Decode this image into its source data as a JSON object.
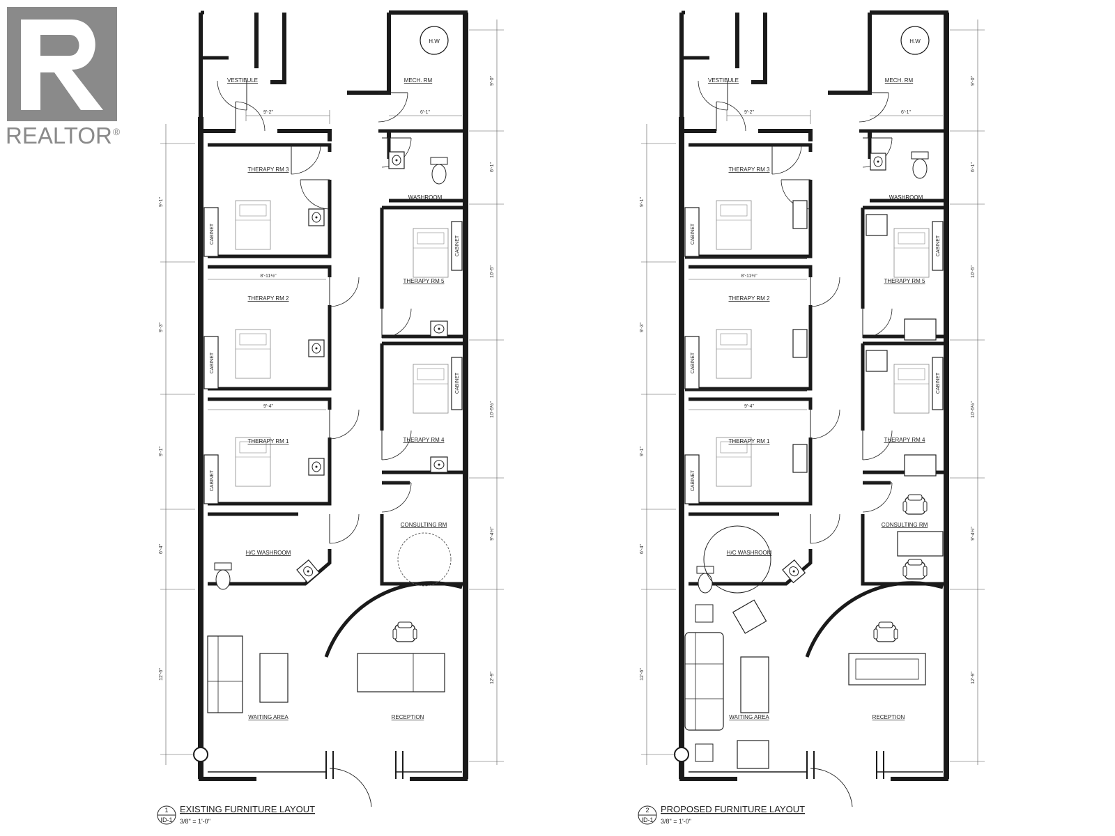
{
  "watermark": {
    "word": "REALTOR",
    "mark": "®",
    "color": "#8a8a8a"
  },
  "common_labels": {
    "vestibule": "VESTIBULE",
    "mech": "MECH. RM",
    "hw": "H.W",
    "washroom": "WASHROOM",
    "therapy3": "THERAPY RM 3",
    "therapy2": "THERAPY RM 2",
    "therapy1": "THERAPY RM 1",
    "therapy5": "THERAPY RM 5",
    "therapy4": "THERAPY RM 4",
    "consulting": "CONSULTING RM",
    "hc_washroom": "H/C WASHROOM",
    "waiting": "WAITING AREA",
    "reception": "RECEPTION",
    "cabinet": "CABINET"
  },
  "dimensions": {
    "vestibule_width": "9'-2\"",
    "mech_width": "6'-1\"",
    "therapy2_width": "8'-11½\"",
    "therapy1_width": "9'-4\"",
    "left": [
      "9'-1\"",
      "9'-3\"",
      "9'-1\"",
      "6'-4\"",
      "12'-6\""
    ],
    "right": [
      "9'-0\"",
      "6'-1\"",
      "10'-5\"",
      "10'-5½\"",
      "9'-4½\"",
      "12'-9\""
    ]
  },
  "plans": [
    {
      "number": "1",
      "sheet": "ID-1",
      "title": "EXISTING FURNITURE LAYOUT",
      "scale": "3/8\" = 1'-0\""
    },
    {
      "number": "2",
      "sheet": "ID-1",
      "title": "PROPOSED FURNITURE LAYOUT",
      "scale": "3/8\" = 1'-0\""
    }
  ]
}
